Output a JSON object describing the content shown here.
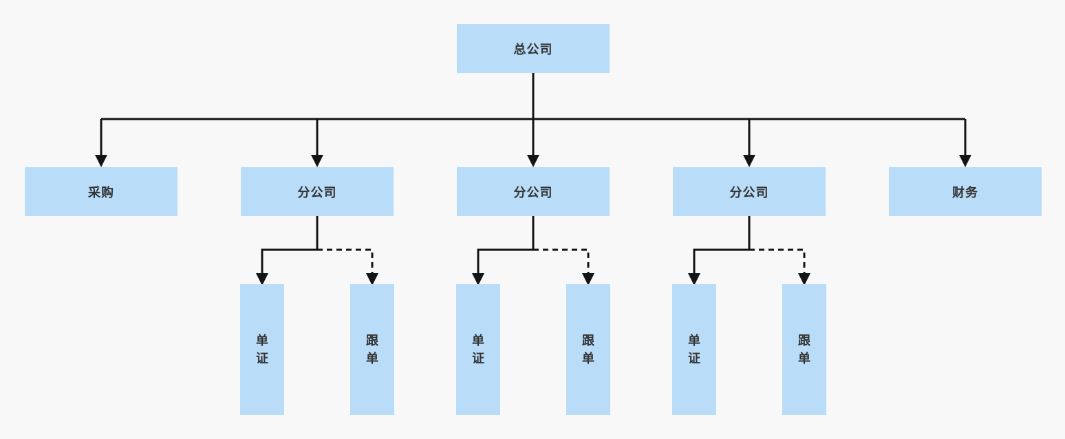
{
  "org_chart": {
    "root": {
      "label": "总公司"
    },
    "departments": [
      {
        "label": "采购"
      },
      {
        "label": "分公司",
        "children": [
          {
            "label": "单证",
            "connector": "solid"
          },
          {
            "label": "跟单",
            "connector": "dashed"
          }
        ]
      },
      {
        "label": "分公司",
        "children": [
          {
            "label": "单证",
            "connector": "solid"
          },
          {
            "label": "跟单",
            "connector": "dashed"
          }
        ]
      },
      {
        "label": "分公司",
        "children": [
          {
            "label": "单证",
            "connector": "solid"
          },
          {
            "label": "跟单",
            "connector": "dashed"
          }
        ]
      },
      {
        "label": "财务"
      }
    ]
  },
  "colors": {
    "background": "#f8f8f8",
    "node_fill": "#b9dcf8",
    "line": "#141414",
    "text": "#333333"
  }
}
